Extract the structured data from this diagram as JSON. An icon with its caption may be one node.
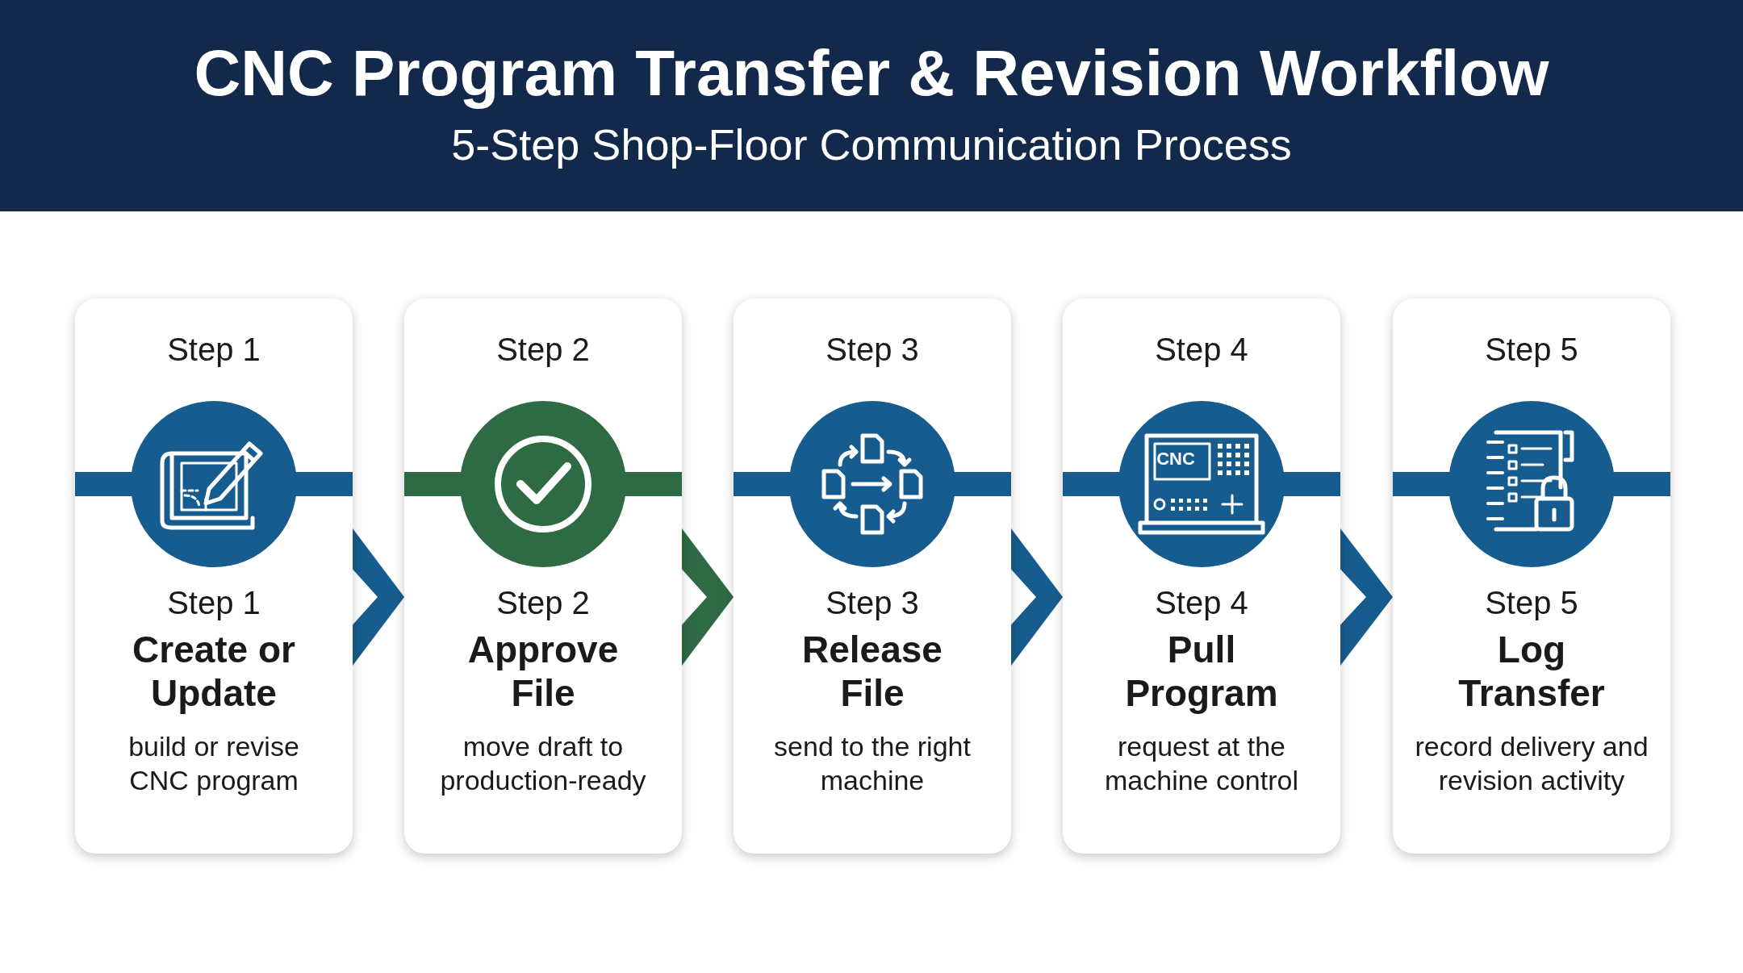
{
  "diagram": {
    "title": "CNC Program Transfer & Revision Workflow",
    "caption": "5-Step Shop-Floor Communication Process",
    "nodes": [
      {
        "text": [
          "Step 1",
          "Step 1",
          "Create or Update",
          "build or revise CNC program"
        ]
      },
      {
        "text": [
          "Step 2",
          "Step 2",
          "Approve File",
          "move draft to production-ready"
        ]
      },
      {
        "text": [
          "Step 3",
          "Step 3",
          "Release File",
          "send to the right machine"
        ]
      },
      {
        "text": [
          "Step 4",
          "Step 4",
          "Pull Program",
          "request at the machine control"
        ]
      },
      {
        "text": [
          "Step 5",
          "Step 5",
          "Log Transfer",
          "record delivery and revision activity"
        ]
      }
    ],
    "edges": [
      {
        "from": 0,
        "to": 1,
        "arrow": "to"
      },
      {
        "from": 1,
        "to": 2,
        "arrow": "to",
        "color": "#2e6b45"
      },
      {
        "from": 2,
        "to": 3,
        "arrow": "to"
      },
      {
        "from": 3,
        "to": 4,
        "arrow": "to"
      }
    ],
    "labels": [
      "CNC"
    ]
  }
}
